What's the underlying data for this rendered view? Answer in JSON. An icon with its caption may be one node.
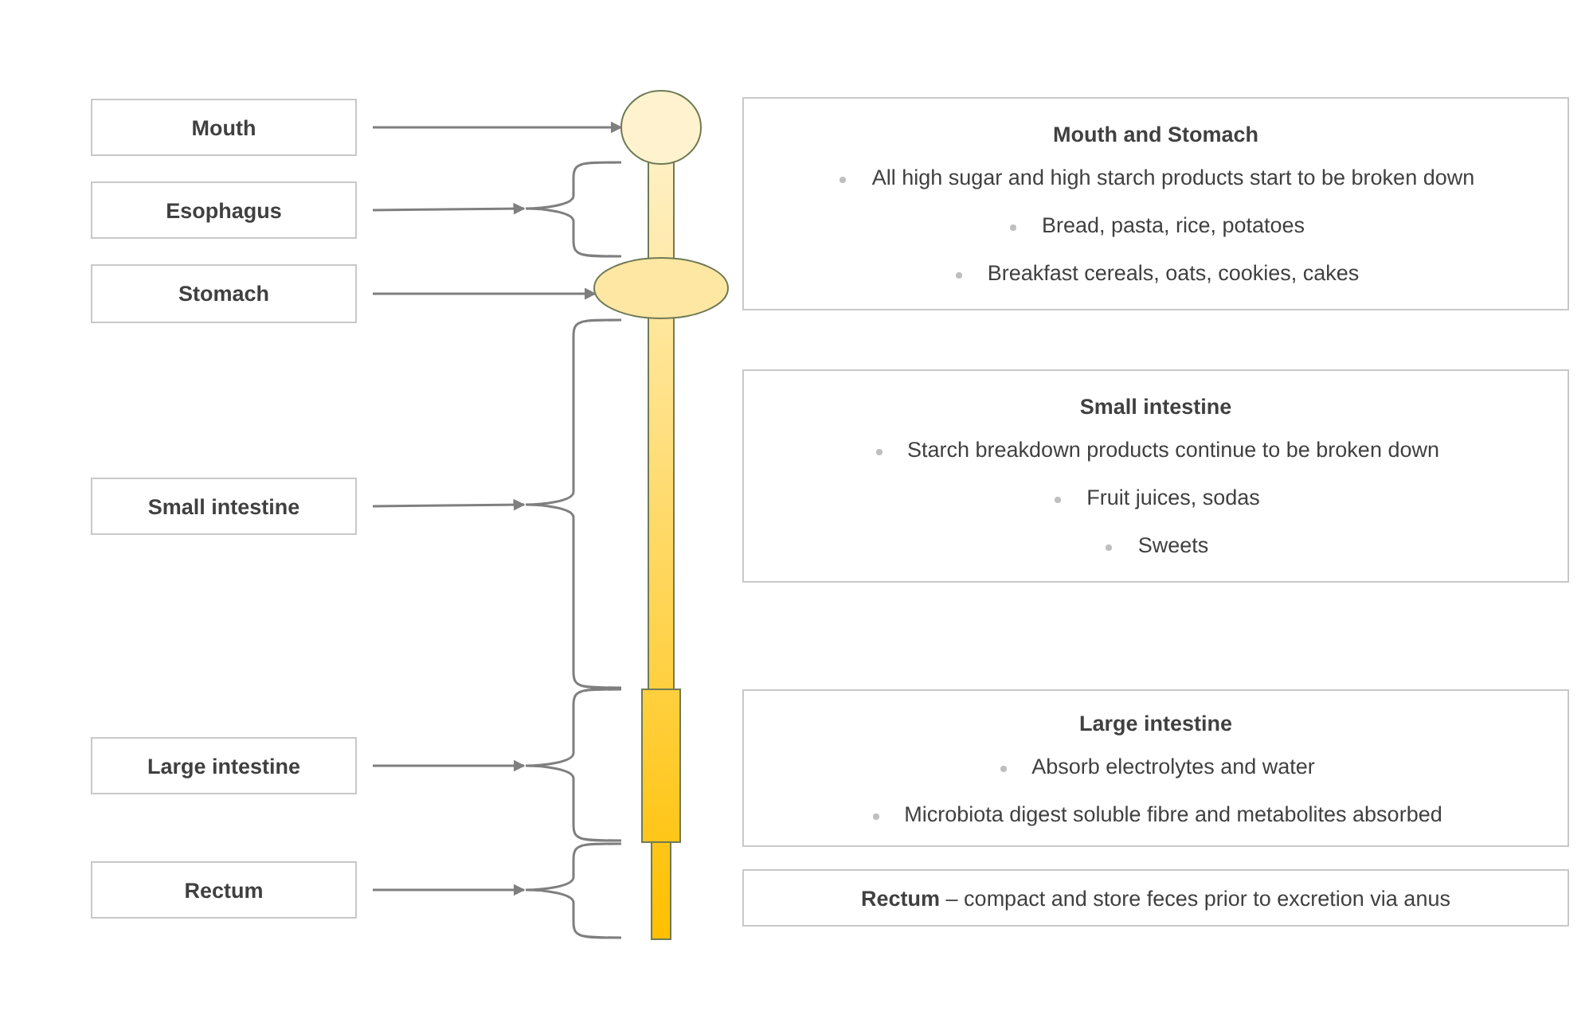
{
  "diagram": {
    "nodes": [
      {
        "text": [
          "Mouth"
        ]
      },
      {
        "text": [
          "Esophagus"
        ]
      },
      {
        "text": [
          "Stomach"
        ]
      },
      {
        "text": [
          "Small intestine"
        ]
      },
      {
        "text": [
          "Large intestine"
        ]
      },
      {
        "text": [
          "Rectum"
        ]
      },
      {
        "text": [
          "Mouth and Stomach",
          "All high sugar and high starch products start to be broken down",
          "Bread, pasta, rice, potatoes",
          "Breakfast cereals, oats, cookies, cakes"
        ]
      },
      {
        "text": [
          "Small intestine",
          "Starch breakdown products continue to be broken down",
          "Fruit juices, sodas",
          "Sweets"
        ]
      },
      {
        "text": [
          "Large intestine",
          "Absorb electrolytes and water",
          "Microbiota digest soluble fibre and metabolites absorbed"
        ]
      },
      {
        "text": [
          "**Rectum** – compact and store feces prior to excretion via anus"
        ]
      },
      {
        "text": [],
        "shape": "circle"
      },
      {
        "text": [],
        "shape": "bar"
      },
      {
        "text": [],
        "shape": "ellipse"
      },
      {
        "text": [],
        "shape": "bar"
      },
      {
        "text": [],
        "shape": "bar"
      },
      {
        "text": [],
        "shape": "bar"
      },
      {
        "text": [],
        "shape": "brace"
      },
      {
        "text": [],
        "shape": "brace"
      },
      {
        "text": [],
        "shape": "brace"
      },
      {
        "text": [],
        "shape": "brace"
      }
    ],
    "edges": [
      {
        "from": 0,
        "to": 10,
        "arrow": "to"
      },
      {
        "from": 1,
        "to": 16,
        "arrow": "to"
      },
      {
        "from": 2,
        "to": 12,
        "arrow": "to"
      },
      {
        "from": 3,
        "to": 17,
        "arrow": "to"
      },
      {
        "from": 4,
        "to": 18,
        "arrow": "to"
      },
      {
        "from": 5,
        "to": 19,
        "arrow": "to"
      }
    ]
  }
}
